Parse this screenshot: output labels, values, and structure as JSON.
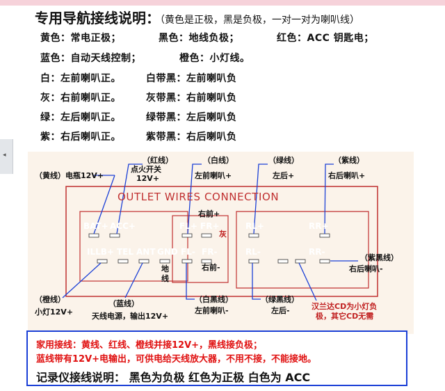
{
  "header": {
    "title": "专用导航接线说明：",
    "title_note": "（黄色是正极，黑是负极，一对一对为喇叭线）"
  },
  "legend": {
    "row1": [
      "黄色：常电正极；",
      "黑色：地线负极；",
      "红色：ACC 钥匙电；"
    ],
    "row2": [
      "蓝色：自动天线控制；",
      "橙色：小灯线。"
    ],
    "rows": [
      [
        "白：左前喇叭正。",
        "白带黑：左前喇叭负"
      ],
      [
        "灰：右前喇叭正。",
        "灰带黑：右前喇叭负"
      ],
      [
        "绿：左后喇叭正。",
        "绿带黑：左后喇叭负"
      ],
      [
        "紫：右后喇叭正。",
        "紫带黑：右后喇叭负"
      ]
    ]
  },
  "diagram": {
    "connector_title": "OUTLET WIRES CONNECTION",
    "pins_top_left": [
      "BAT+",
      "ACC+"
    ],
    "pins_top_mid": [
      "FL+",
      "FR+"
    ],
    "pins_top_right": [
      "RL+",
      "RR+"
    ],
    "pins_bottom_left": [
      "ILLB+",
      "TEL",
      "ANT",
      "GND"
    ],
    "pins_bottom_mid": [
      "FL-",
      "FR-"
    ],
    "pins_bottom_right": [
      "RL-",
      "RR-"
    ],
    "labels": {
      "yellow": "（黄线）电瓶12V+",
      "red_a": "（红线）",
      "red_b": "点火开关",
      "red_c": "12V+",
      "white_a": "（白线）",
      "white_b": "左前喇叭+",
      "green_a": "（绿线）",
      "green_b": "左后+",
      "purple_a": "（紫线）",
      "purple_b": "右后喇叭+",
      "fr_plus_a": "右前+",
      "fr_plus_b": "灰",
      "gnd_a": "地",
      "gnd_b": "线",
      "fr_minus": "右前-",
      "purple_black_a": "（紫黑线）",
      "purple_black_b": "右后喇叭-",
      "orange_a": "（橙线）",
      "orange_b": "小灯12V+",
      "blue_a": "（蓝线）",
      "blue_b": "天线电源，输出12V+",
      "white_black_a": "（白黑线）",
      "white_black_b": "左前喇叭-",
      "green_black_a": "（绿黑线）",
      "green_black_b": "左后-",
      "hanlanda_a": "汉兰达CD为小灯负",
      "hanlanda_b": "极，其它CD无需"
    }
  },
  "info": {
    "line1": "家用接线：黄线、红线、橙线并接12V+，黑线接负极；",
    "line2": "蓝线带有12V+电输出，可供电给天线放大器，不用不接，不能接地。",
    "line3": "记录仪接线说明：  黑色为负极   红色为正极  白色为 ACC"
  },
  "colors": {
    "connector_border": "#c03030",
    "pin_fill": "#e8e0d4",
    "leader": "#1a3fd6",
    "note_red": "#e01010",
    "box_border": "#1a3fd6"
  }
}
